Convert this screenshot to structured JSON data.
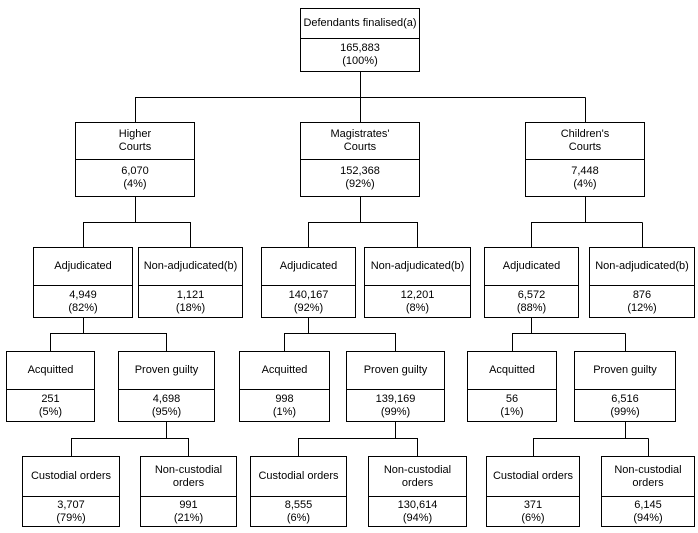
{
  "colors": {
    "border": "#000000",
    "background": "#ffffff",
    "text": "#000000"
  },
  "nodes": {
    "root": {
      "label": "Defendants finalised(a)",
      "count": "165,883",
      "pct": "(100%)"
    },
    "higher": {
      "label": "Higher\nCourts",
      "count": "6,070",
      "pct": "(4%)"
    },
    "magistrates": {
      "label": "Magistrates'\nCourts",
      "count": "152,368",
      "pct": "(92%)"
    },
    "childrens": {
      "label": "Children's\nCourts",
      "count": "7,448",
      "pct": "(4%)"
    },
    "higher_adjudicated": {
      "label": "Adjudicated",
      "count": "4,949",
      "pct": "(82%)"
    },
    "higher_non_adjudicated": {
      "label": "Non-adjudicated(b)",
      "count": "1,121",
      "pct": "(18%)"
    },
    "magistrates_adjudicated": {
      "label": "Adjudicated",
      "count": "140,167",
      "pct": "(92%)"
    },
    "magistrates_non_adjudicated": {
      "label": "Non-adjudicated(b)",
      "count": "12,201",
      "pct": "(8%)"
    },
    "childrens_adjudicated": {
      "label": "Adjudicated",
      "count": "6,572",
      "pct": "(88%)"
    },
    "childrens_non_adjudicated": {
      "label": "Non-adjudicated(b)",
      "count": "876",
      "pct": "(12%)"
    },
    "higher_acquitted": {
      "label": "Acquitted",
      "count": "251",
      "pct": "(5%)"
    },
    "higher_proven": {
      "label": "Proven guilty",
      "count": "4,698",
      "pct": "(95%)"
    },
    "magistrates_acquitted": {
      "label": "Acquitted",
      "count": "998",
      "pct": "(1%)"
    },
    "magistrates_proven": {
      "label": "Proven guilty",
      "count": "139,169",
      "pct": "(99%)"
    },
    "childrens_acquitted": {
      "label": "Acquitted",
      "count": "56",
      "pct": "(1%)"
    },
    "childrens_proven": {
      "label": "Proven guilty",
      "count": "6,516",
      "pct": "(99%)"
    },
    "higher_custodial": {
      "label": "Custodial orders",
      "count": "3,707",
      "pct": "(79%)"
    },
    "higher_non_custodial": {
      "label": "Non-custodial\norders",
      "count": "991",
      "pct": "(21%)"
    },
    "magistrates_custodial": {
      "label": "Custodial orders",
      "count": "8,555",
      "pct": "(6%)"
    },
    "magistrates_non_custodial": {
      "label": "Non-custodial\norders",
      "count": "130,614",
      "pct": "(94%)"
    },
    "childrens_custodial": {
      "label": "Custodial orders",
      "count": "371",
      "pct": "(6%)"
    },
    "childrens_non_custodial": {
      "label": "Non-custodial\norders",
      "count": "6,145",
      "pct": "(94%)"
    }
  }
}
